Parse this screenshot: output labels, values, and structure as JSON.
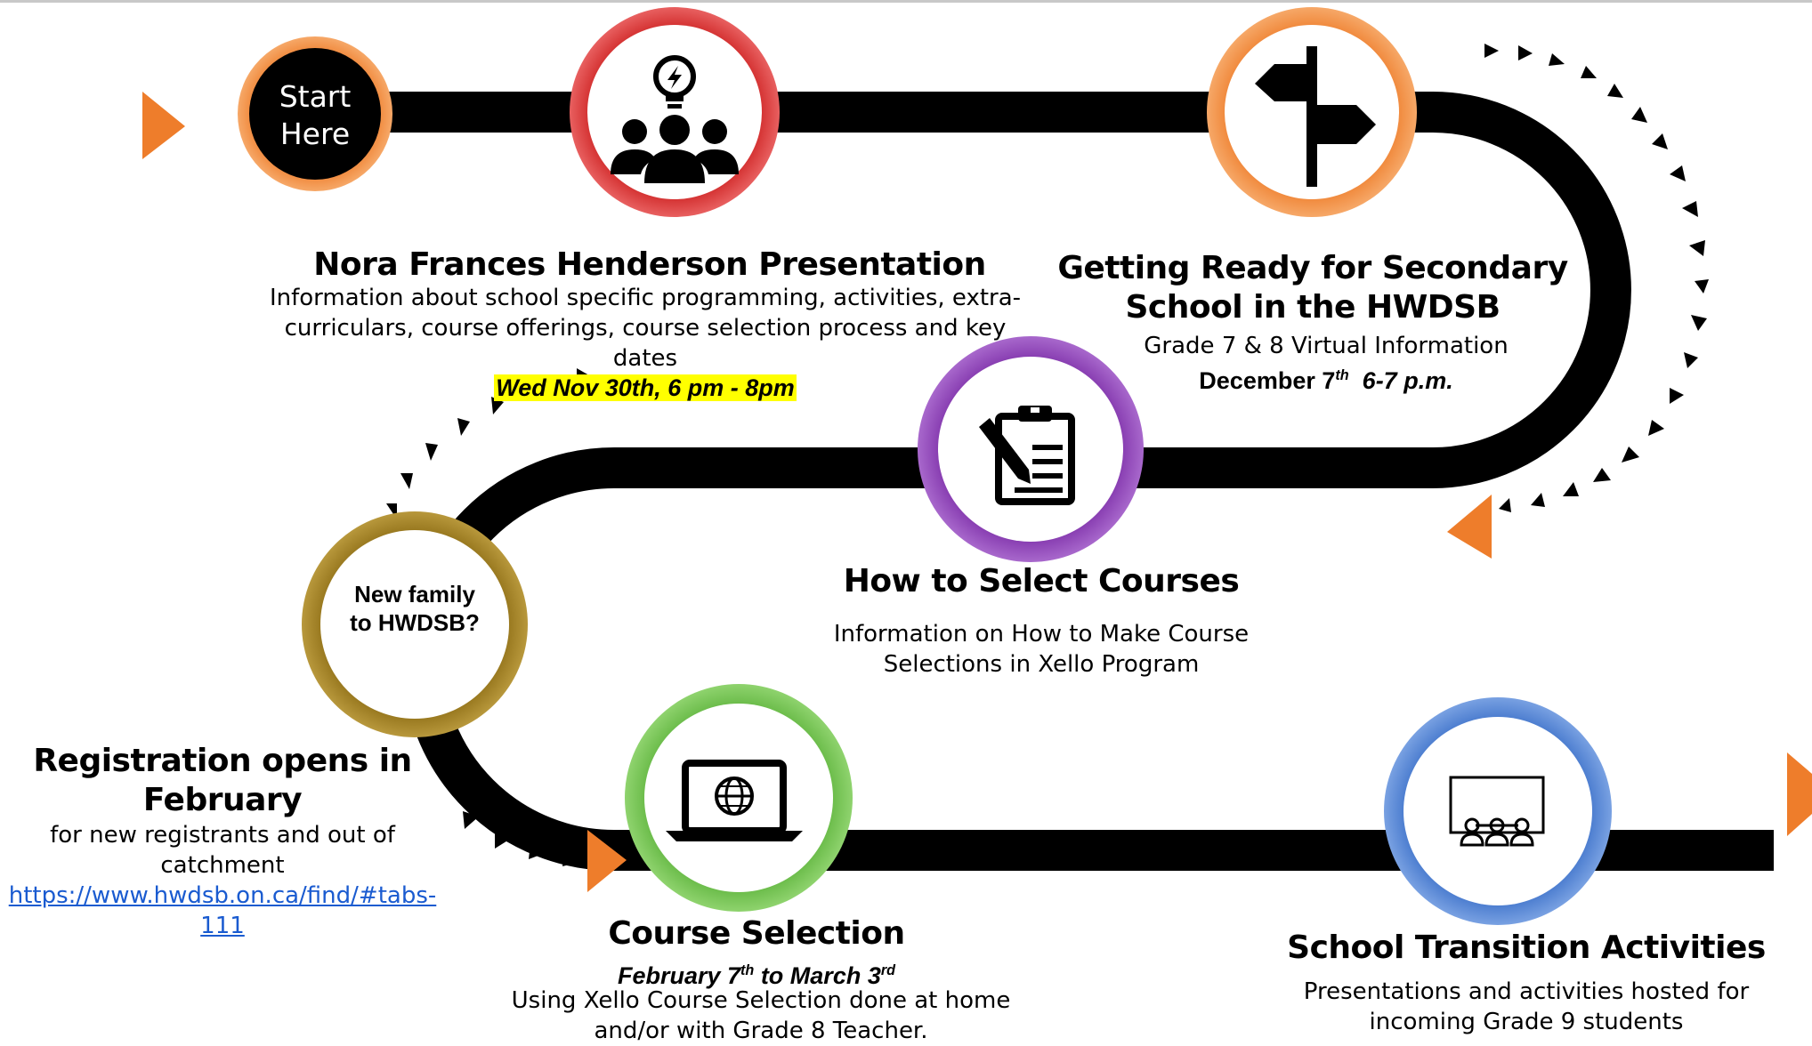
{
  "start": {
    "line1": "Start",
    "line2": "Here"
  },
  "nora": {
    "title": "Nora Frances Henderson Presentation",
    "desc": [
      "Information about school specific programming, activities, extra-",
      "curriculars, course offerings, course selection process and key",
      "dates"
    ],
    "date": "Wed Nov 30th, 6 pm - 8pm"
  },
  "getting_ready": {
    "title": [
      "Getting Ready for Secondary",
      "School in the HWDSB"
    ],
    "line": "Grade 7 & 8  Virtual Information",
    "date_prefix": "December 7",
    "date_sup": "th",
    "date_suffix": "  6-7 p.m."
  },
  "select": {
    "title": "How to Select Courses",
    "desc": [
      "Information on How to Make Course",
      "Selections in Xello Program"
    ]
  },
  "new_family": {
    "line1": "New family",
    "line2": "to HWDSB?"
  },
  "registration": {
    "title": [
      "Registration opens in",
      "February"
    ],
    "desc": [
      "for new registrants and out of",
      "catchment"
    ],
    "link": [
      "https://www.hwdsb.on.ca/find/#tabs-",
      "111"
    ]
  },
  "course_selection": {
    "title": "Course Selection",
    "date_a": "February 7",
    "date_a_sup": "th",
    "date_b": " to March 3",
    "date_b_sup": "rd",
    "desc": [
      "Using Xello Course Selection done at home",
      "and/or with Grade 8 Teacher."
    ]
  },
  "transition": {
    "title": "School Transition Activities",
    "desc": [
      "Presentations and activities hosted for",
      "incoming Grade 9 students"
    ]
  },
  "colors": {
    "road": "#000000",
    "start_ring": "#ee7d2b",
    "nora_ring": "#cc1f1f",
    "ready_ring": "#ee7d2b",
    "select_ring": "#7d2fa8",
    "newfam_ring": "#8a6a12",
    "course_ring": "#5db33c",
    "transition_ring": "#3a6fc8",
    "arrow": "#ee7d2b",
    "highlight": "#ffff00",
    "link": "#1a5bd0"
  }
}
